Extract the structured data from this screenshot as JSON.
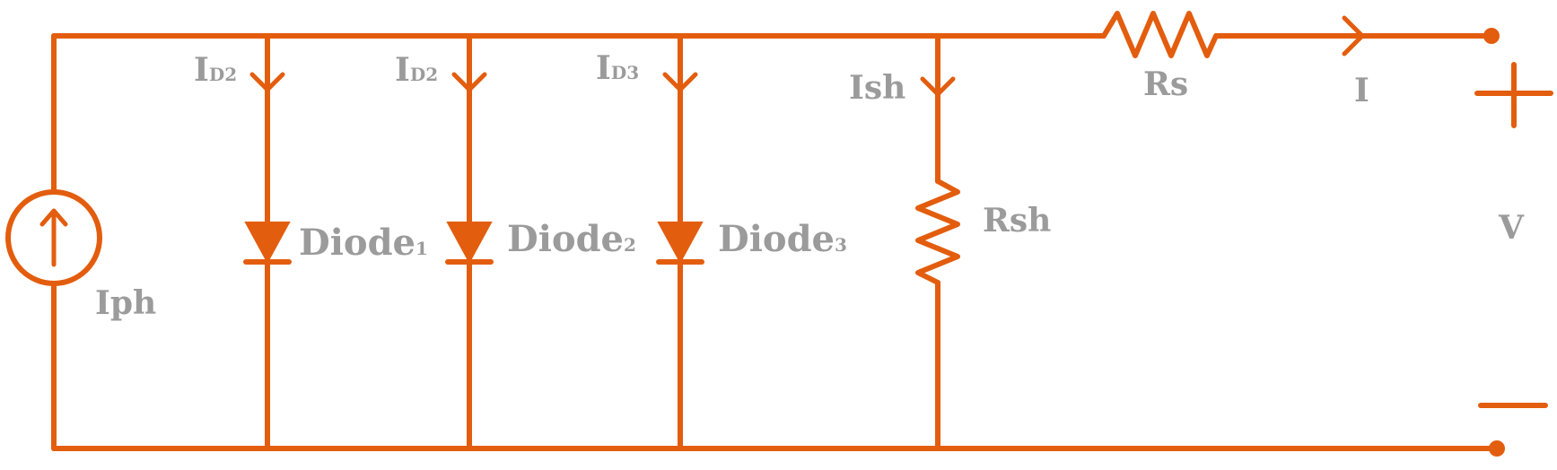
{
  "labels": {
    "iph": "Iph",
    "id_a_main": "I",
    "id_a_sub": "D2",
    "id_b_main": "I",
    "id_b_sub": "D2",
    "id_c_main": "I",
    "id_c_sub": "D3",
    "ish": "Ish",
    "rs": "Rs",
    "i": "I",
    "rsh": "Rsh",
    "v": "V",
    "diode1_main": "Diode",
    "diode1_sub": "1",
    "diode2_main": "Diode",
    "diode2_sub": "2",
    "diode3_main": "Diode",
    "diode3_sub": "3"
  },
  "colors": {
    "wire": "#e35d0e",
    "label": "#9b9b9b",
    "background": "#ffffff"
  }
}
